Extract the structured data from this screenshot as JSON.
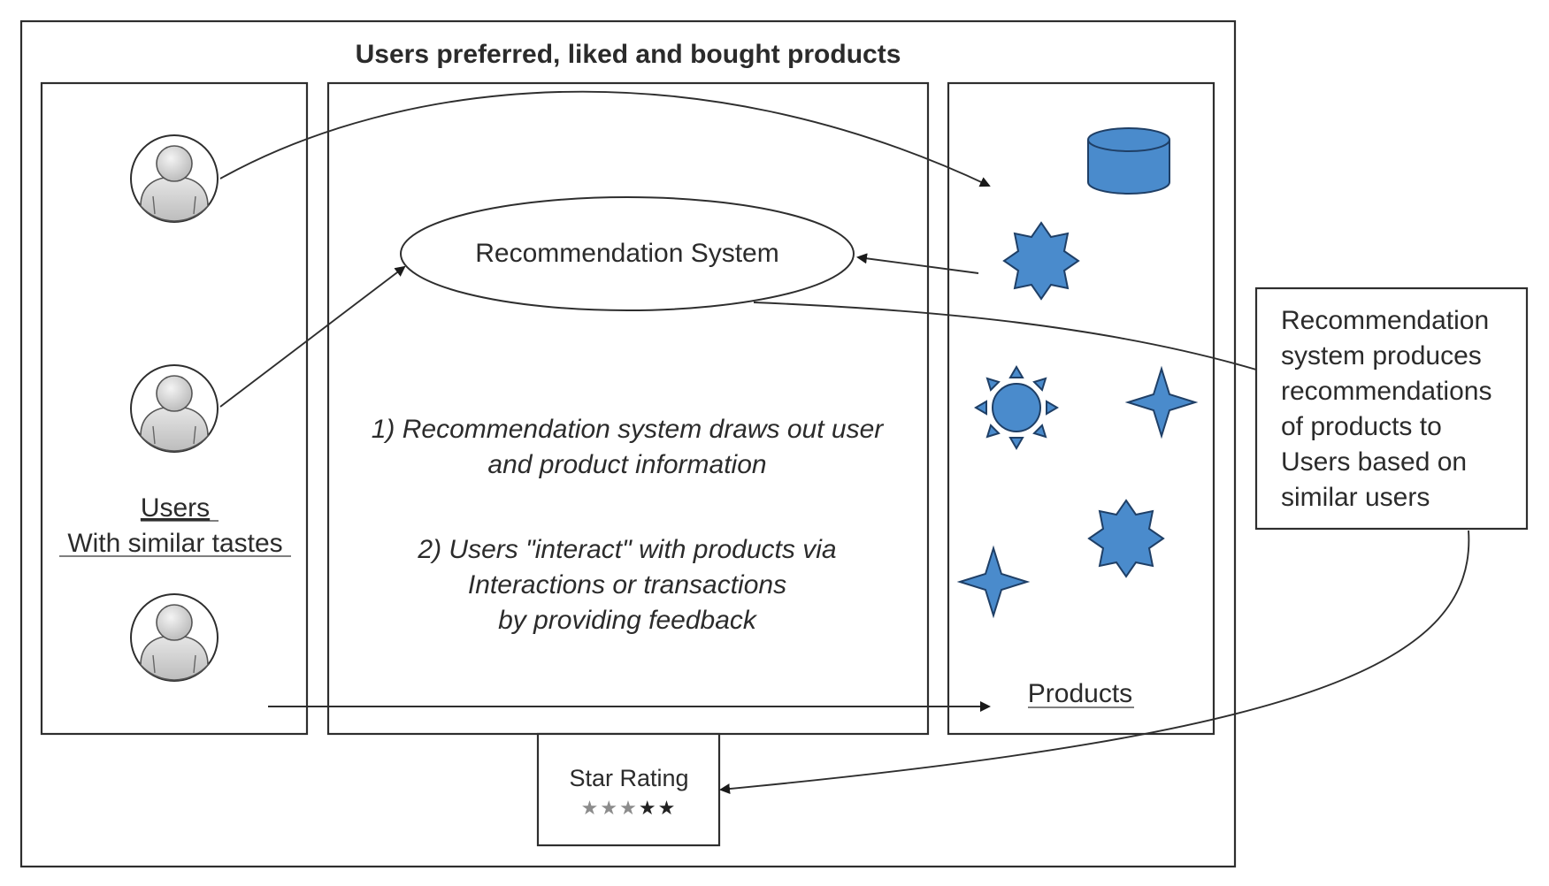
{
  "title": "Users preferred, liked and bought products",
  "users_panel": {
    "label_line1": "Users",
    "label_line2": "With similar tastes",
    "avatar_count": 3
  },
  "center_panel": {
    "system_label": "Recommendation System",
    "step1_line1": "1) Recommendation system draws out user",
    "step1_line2": "and product information",
    "step2_line1": "2) Users \"interact\" with products via",
    "step2_line2": "Interactions or transactions",
    "step2_line3": "by providing feedback"
  },
  "products_panel": {
    "label": "Products",
    "icons": [
      "database-icon",
      "star-8-point-icon",
      "sun-icon",
      "star-4-point-icon",
      "star-8-point-icon",
      "star-4-point-icon"
    ]
  },
  "note": {
    "line1": "Recommendation",
    "line2": "system produces",
    "line3": "recommendations",
    "line4": "of products to",
    "line5": "Users based on",
    "line6": "similar users"
  },
  "star_rating": {
    "label": "Star Rating",
    "stars": "★★★★★",
    "filled": 2,
    "total": 5
  },
  "colors": {
    "shape_fill": "#4a8bcc",
    "shape_stroke": "#1f3f66",
    "border": "#2e2e2e",
    "avatar_fill": "#d9d9d9"
  }
}
